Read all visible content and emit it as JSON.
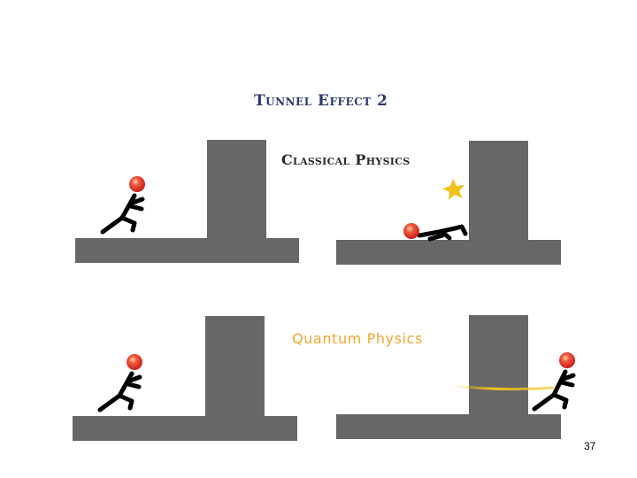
{
  "slide": {
    "title": "Tunnel Effect 2",
    "page_number": "37"
  },
  "panels": {
    "classical_label": "Classical Physics",
    "quantum_label": "Quantum Physics"
  },
  "colors": {
    "barrier": "#676767",
    "figure": "#000000",
    "ball": "#e8332a",
    "star": "#f2c21c",
    "tunnel_trail": "#f2c21c",
    "title": "#2b3a6b",
    "quantum_label": "#f0a92e"
  },
  "icons": [
    "stick-figure-icon",
    "star-impact-icon",
    "red-ball-icon"
  ]
}
